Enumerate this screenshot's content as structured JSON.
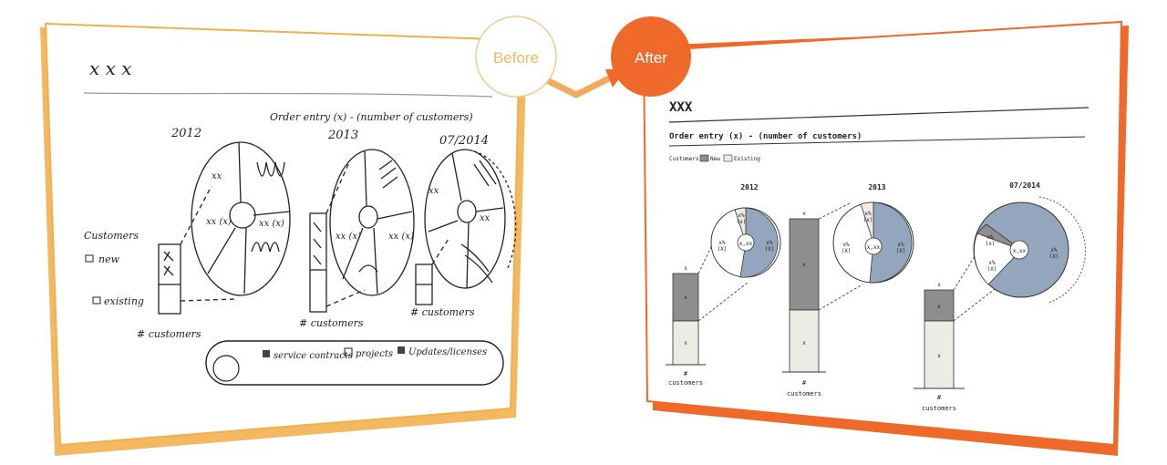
{
  "badges": {
    "before": "Before",
    "after": "After"
  },
  "colors": {
    "before_accent": "#f4b860",
    "after_accent": "#ef6a2a",
    "new": "#8e8e8e",
    "existing": "#ecebe4",
    "highlight": "#93a6be"
  },
  "sketch": {
    "title": "x x x",
    "subtitle": "Order entry (x) - (number of customers)",
    "years": [
      "2012",
      "2013",
      "07/2014"
    ],
    "legend_title": "Customers",
    "legend_new": "new",
    "legend_existing": "existing",
    "axis_label": "# customers",
    "footer_items": [
      "service contracts",
      "projects",
      "Updates/licenses"
    ]
  },
  "final": {
    "title": "XXX",
    "subtitle": "Order entry (x) - (number of customers)",
    "legend_title": "Customers",
    "legend_new": "New",
    "legend_existing": "Existing",
    "axis_hash": "#",
    "axis_label": "customers",
    "groups": [
      {
        "year": "2012",
        "bar_top": "x",
        "bar_new": "x",
        "bar_existing": "x",
        "pie_center": "x,xx",
        "pie_labels": [
          "x%\n(x)",
          "x%\n(X)",
          "x%\n(X)"
        ]
      },
      {
        "year": "2013",
        "bar_top": "x",
        "bar_new": "x",
        "bar_existing": "x",
        "pie_center": "x,xx",
        "pie_labels": [
          "x%\n(x)",
          "x%\n(X)",
          "x%\n(X)"
        ]
      },
      {
        "year": "07/2014",
        "bar_top": "x",
        "bar_new": "x",
        "bar_existing": "x",
        "pie_center": "x,xx",
        "pie_labels": [
          "x%\n(x)",
          "x%\n(X)",
          "x%\n(X)"
        ]
      }
    ]
  }
}
